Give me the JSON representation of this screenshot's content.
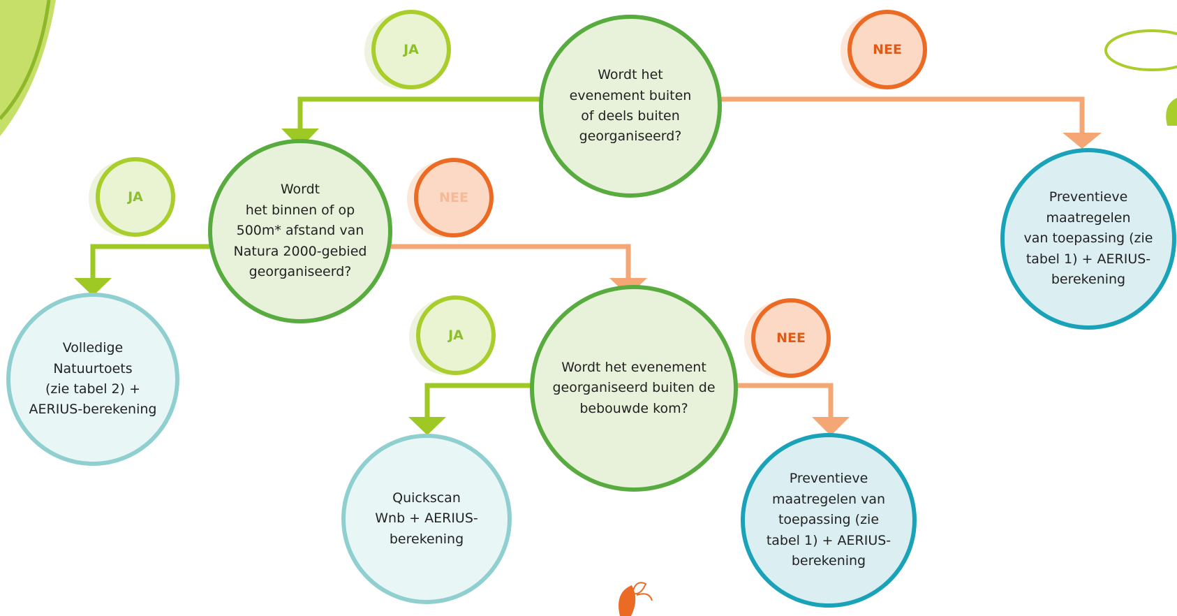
{
  "colors": {
    "yes_line": "#9ec824",
    "no_line": "#f4a774",
    "question_fill": "#e8f1d9",
    "question_border": "#58ab3e",
    "outcome_light_border": "#8fcfcf",
    "outcome_dark_border": "#1aa3b8",
    "yes_badge_border": "#a9cd2b",
    "no_badge_border": "#ec6b24"
  },
  "nodes": {
    "q1": "Wordt het\nevenement buiten\nof deels buiten\ngeorganiseerd?",
    "q2": "Wordt\nhet binnen of op\n500m* afstand van\nNatura 2000-gebied\ngeorganiseerd?",
    "q3": "Wordt het evenement\ngeorganiseerd buiten de\nbebouwde kom?",
    "out1": "Volledige\nNatuurtoets\n(zie tabel 2) +\nAERIUS-berekening",
    "out2": "Quickscan\nWnb + AERIUS-\nberekening",
    "out3": "Preventieve\nmaatregelen van\ntoepassing (zie\ntabel 1) + AERIUS-\nberekening",
    "out4": "Preventieve\nmaatregelen\nvan toepassing (zie\ntabel 1) + AERIUS-\nberekening"
  },
  "badges": {
    "yes": "JA",
    "no": "NEE"
  }
}
